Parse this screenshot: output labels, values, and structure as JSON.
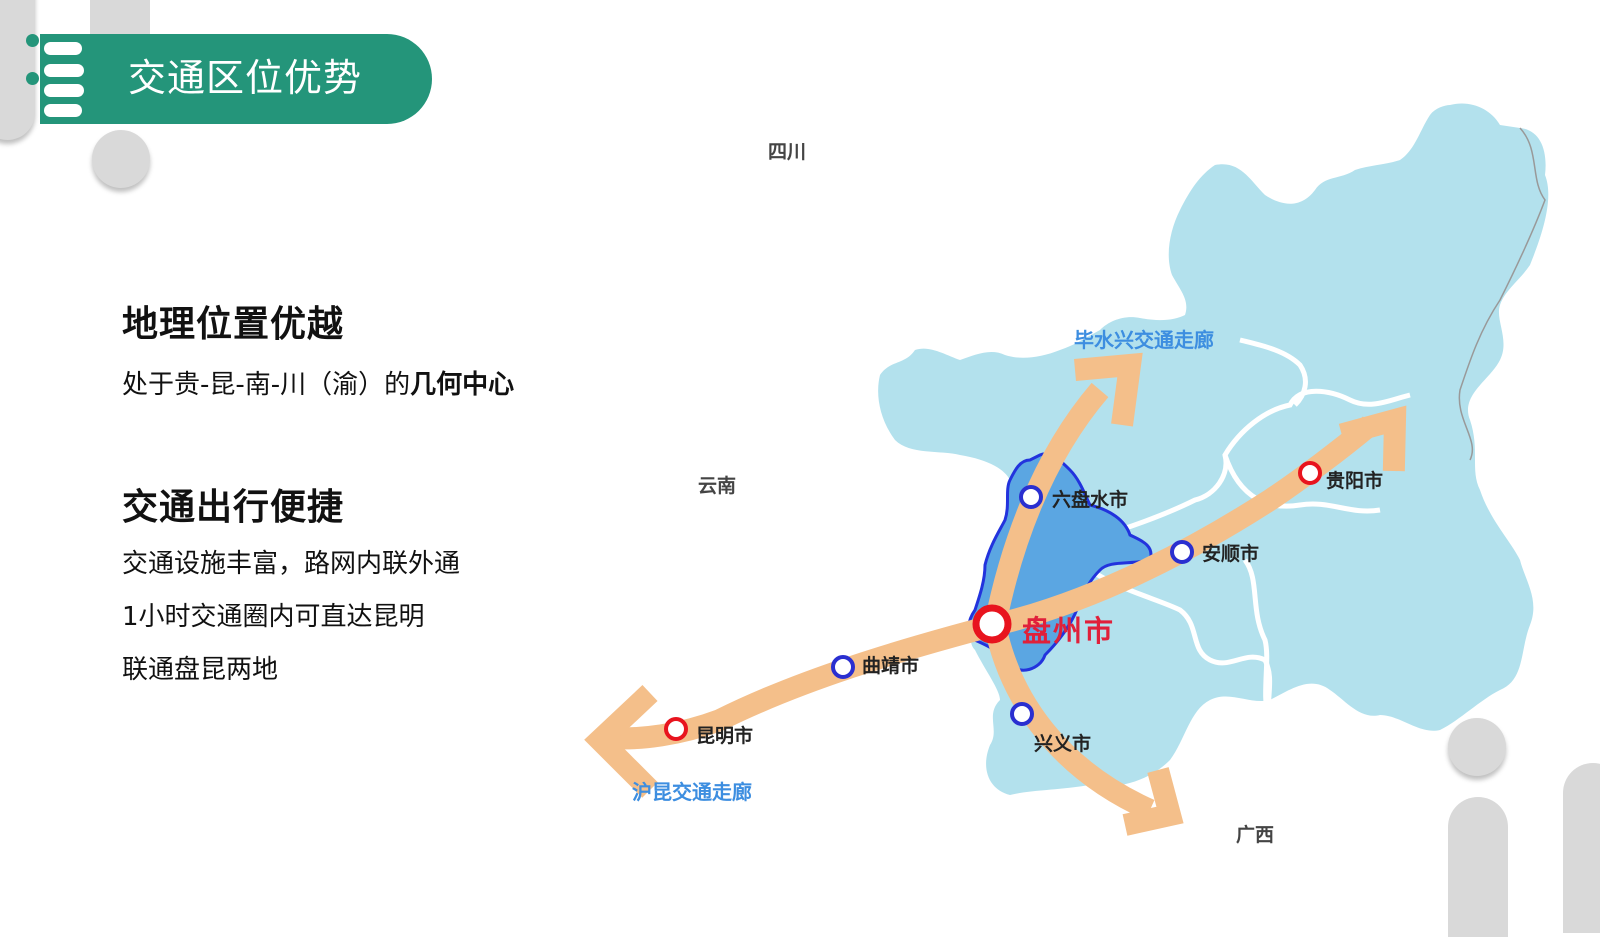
{
  "header": {
    "title": "交通区位优势"
  },
  "content": {
    "sections": [
      {
        "heading": "地理位置优越",
        "lines": [
          {
            "prefix": "处于贵-昆-南-川（渝）的",
            "emphasis": "几何中心"
          }
        ]
      },
      {
        "heading": "交通出行便捷",
        "lines": [
          {
            "text": "交通设施丰富，路网内联外通"
          },
          {
            "text": "1小时交通圈内可直达昆明"
          },
          {
            "text": "联通盘昆两地"
          }
        ]
      }
    ]
  },
  "map": {
    "provinces": [
      "四川",
      "云南",
      "广西"
    ],
    "corridors": [
      "毕水兴交通走廊",
      "沪昆交通走廊"
    ],
    "hub_city": "盘州市",
    "cities": [
      {
        "name": "六盘水市",
        "marker": "blue"
      },
      {
        "name": "安顺市",
        "marker": "blue"
      },
      {
        "name": "贵阳市",
        "marker": "red"
      },
      {
        "name": "曲靖市",
        "marker": "blue"
      },
      {
        "name": "昆明市",
        "marker": "red"
      },
      {
        "name": "兴义市",
        "marker": "blue"
      }
    ],
    "colors": {
      "region_fill": "#b3e1ed",
      "highlight_fill": "#5ba6e2",
      "highlight_border": "#2233dd",
      "corridor_arrow": "#f4bf8a",
      "marker_red": "#e8141e",
      "marker_blue": "#2a2fd0",
      "title_banner": "#24957a"
    }
  }
}
